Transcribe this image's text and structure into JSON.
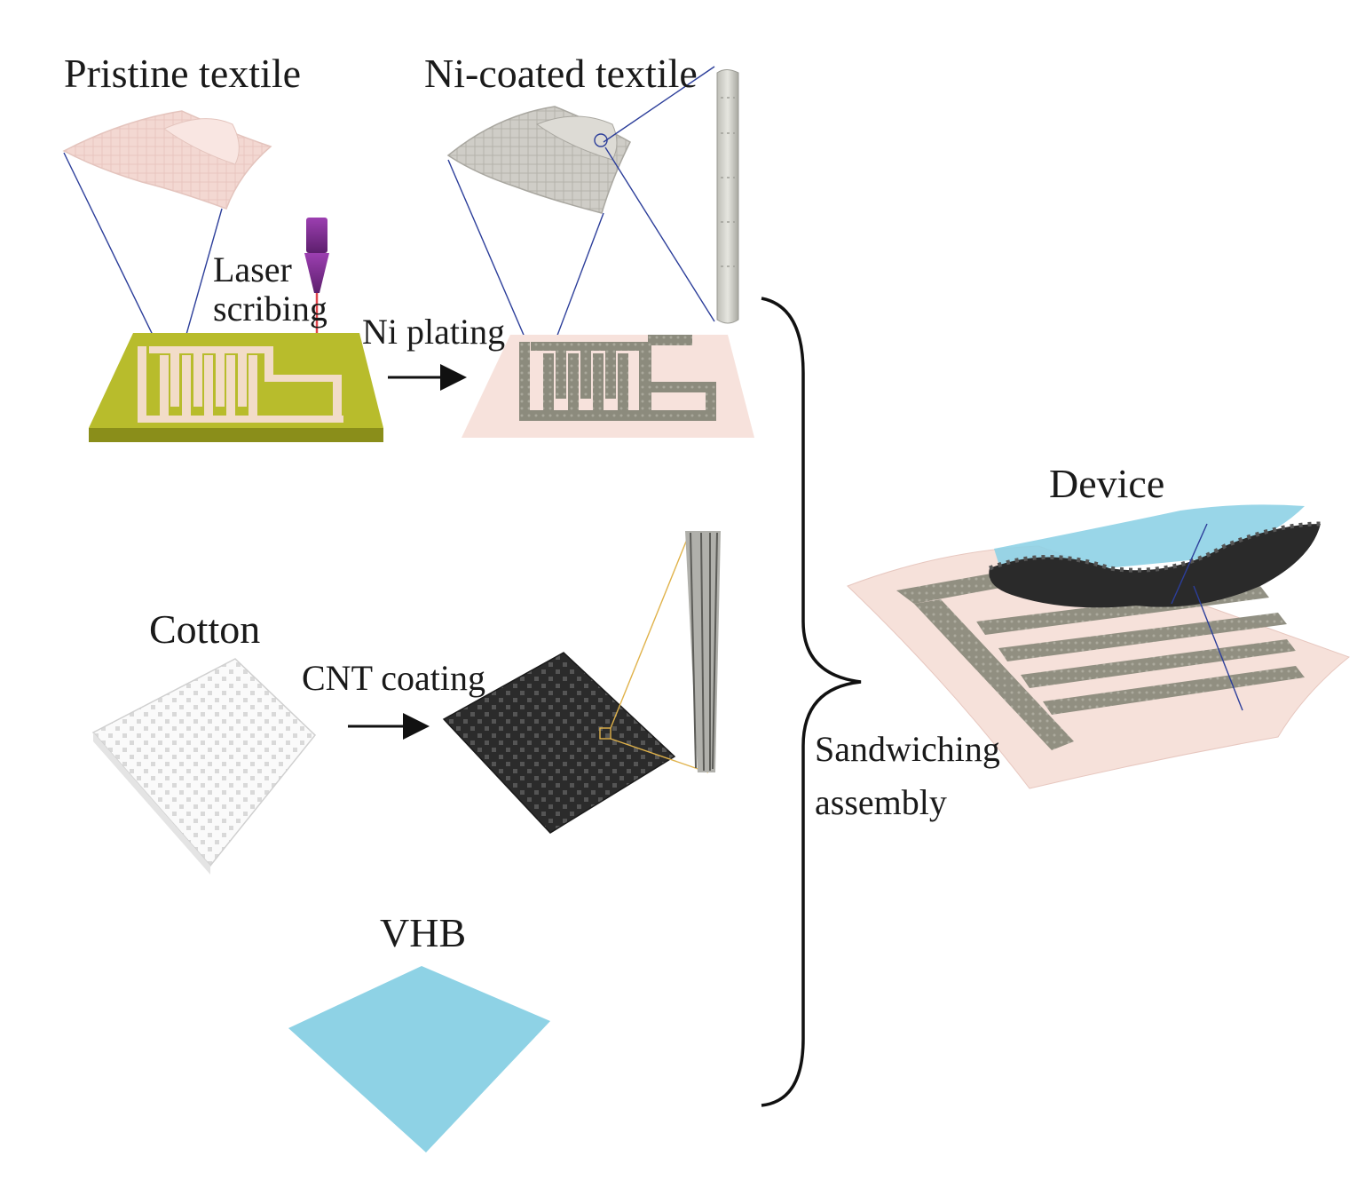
{
  "labels": {
    "pristine_textile": "Pristine textile",
    "ni_coated_textile": "Ni-coated textile",
    "laser_line1": "Laser",
    "laser_line2": "scribing",
    "ni_plating": "Ni plating",
    "cotton": "Cotton",
    "cnt_coating": "CNT coating",
    "vhb": "VHB",
    "device": "Device",
    "sandwich_line1": "Sandwiching",
    "sandwich_line2": "assembly"
  },
  "colors": {
    "pristine_fabric": "#f6ddd8",
    "laser_substrate": "#b7bb2a",
    "ni_fabric": "#c8c6c0",
    "pattern_gray": "#8f8e80",
    "cnt_black": "#2a2a2a",
    "vhb_blue": "#8fd3e6",
    "laser_purple": "#7a2a8c"
  }
}
